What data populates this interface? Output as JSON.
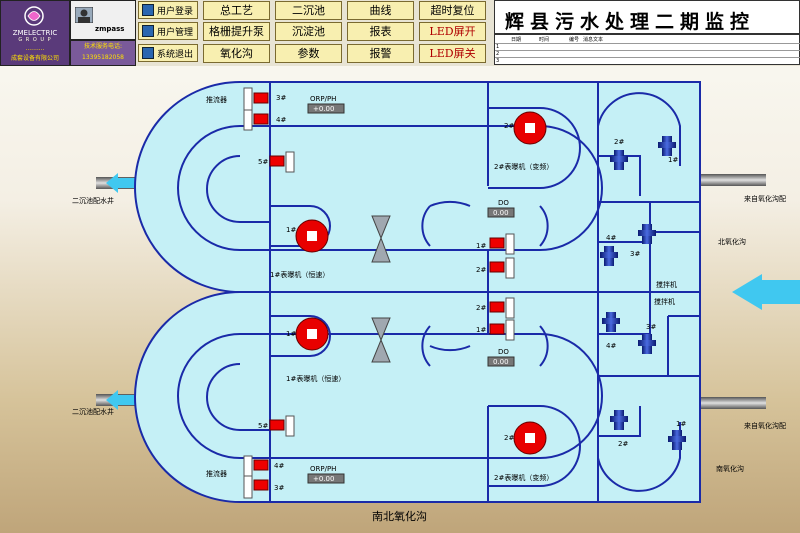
{
  "logo": {
    "brand": "ZMELECTRIC",
    "brand_sub": "G R O U P",
    "company_line1": "..........",
    "company_line2": "成套设备有限公司",
    "icon": "company-logo-icon"
  },
  "service": {
    "label": "技术服务电话:",
    "phone": "13395182058"
  },
  "user": {
    "name": "zmpass",
    "icon": "user-portrait-icon"
  },
  "sys_buttons": [
    {
      "label": "用户登录",
      "icon": "login-icon"
    },
    {
      "label": "用户管理",
      "icon": "user-manage-icon"
    },
    {
      "label": "系统退出",
      "icon": "exit-icon"
    }
  ],
  "nav": [
    [
      "总工艺",
      "二沉池",
      "曲线",
      "超时复位"
    ],
    [
      "格栅提升泵",
      "沉淀池",
      "报表",
      "LED屏开"
    ],
    [
      "氧化沟",
      "参数",
      "报警",
      "LED屏关"
    ]
  ],
  "title": "辉县污水处理二期监控",
  "alarm": {
    "headers": [
      "日期",
      "时间",
      "编号",
      "消息文本"
    ],
    "rows": [
      "1",
      "2",
      "3"
    ]
  },
  "north": {
    "propeller": "推流器",
    "n3": "3#",
    "n4": "4#",
    "n5": "5#",
    "n1": "1#",
    "n2": "2#",
    "orp_label": "ORP/PH",
    "orp_value": "+0.00",
    "do_label": "DO",
    "do_value": "0.00",
    "aerator2": "2#表曝机（变频）",
    "aerator1": "1#表曝机（恒速）",
    "rightbox": {
      "p2": "2#",
      "p1": "1#",
      "p4": "4#",
      "p3": "3#",
      "mixer": "搅拌机",
      "ditch": "北氧化沟"
    },
    "outlet": "二沉池配水井",
    "inlet": "来自氧化沟配"
  },
  "south": {
    "propeller": "推流器",
    "n3": "3#",
    "n4": "4#",
    "n5": "5#",
    "n1": "1#",
    "n2": "2#",
    "orp_label": "ORP/PH",
    "orp_value": "+0.00",
    "do_label": "DO",
    "do_value": "0.00",
    "aerator2": "2#表曝机（变频）",
    "aerator1": "1#表曝机（恒速）",
    "rightbox": {
      "p3": "3#",
      "p4": "4#",
      "p2": "2#",
      "p1": "1#",
      "mixer": "搅拌机",
      "ditch": "南氧化沟"
    },
    "outlet": "二沉池配水井",
    "inlet": "来自氧化沟配"
  },
  "footer": "南北氧化沟",
  "colors": {
    "water": "#c5f0f6",
    "pipe": "#1a2aa8",
    "aerator": "#e80000",
    "pump": "#1a2aa8",
    "flow_arrow": "#40c8f0",
    "button": "#f8efb0"
  }
}
